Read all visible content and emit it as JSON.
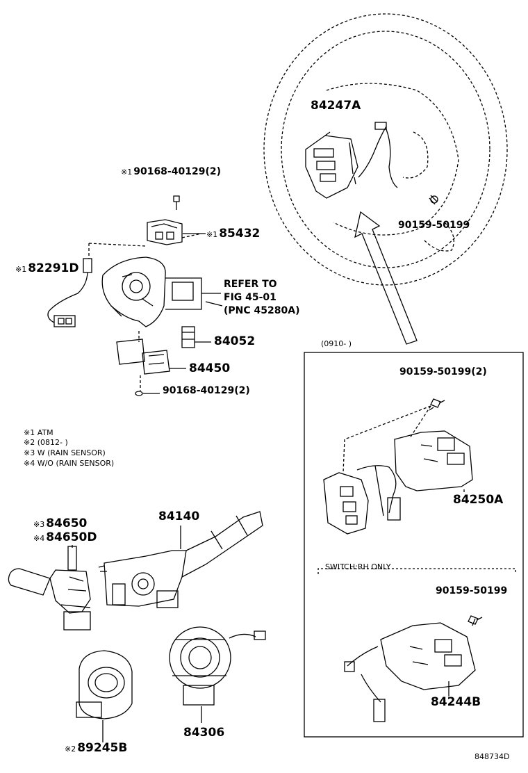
{
  "part_labels": {
    "p84247A": "84247A",
    "p90168_top": "90168-40129(2)",
    "p85432": "85432",
    "p82291D": "82291D",
    "p90159_wheel": "90159-50199",
    "refer_line1": "REFER TO",
    "refer_line2": "FIG 45-01",
    "refer_line3": "(PNC 45280A)",
    "p84052": "84052",
    "p84450": "84450",
    "p90168_bottom": "90168-40129(2)",
    "box_date": "(0910-      )",
    "p90159_box1": "90159-50199(2)",
    "p84250A": "84250A",
    "switch_note": "SWITCH:RH ONLY",
    "p90159_box2": "90159-50199",
    "p84244B": "84244B",
    "p84650": "84650",
    "p84650D": "84650D",
    "p84140": "84140",
    "p84306": "84306",
    "p89245B": "89245B",
    "fig_no": "848734D"
  },
  "marks": {
    "m1": "※1",
    "m2": "※2",
    "m3": "※3",
    "m4": "※4"
  },
  "notes": {
    "n1": "※1  ATM",
    "n2": "※2  (0812-       )",
    "n3": "※3 W (RAIN SENSOR)",
    "n4": "※4 W/O (RAIN SENSOR)"
  }
}
